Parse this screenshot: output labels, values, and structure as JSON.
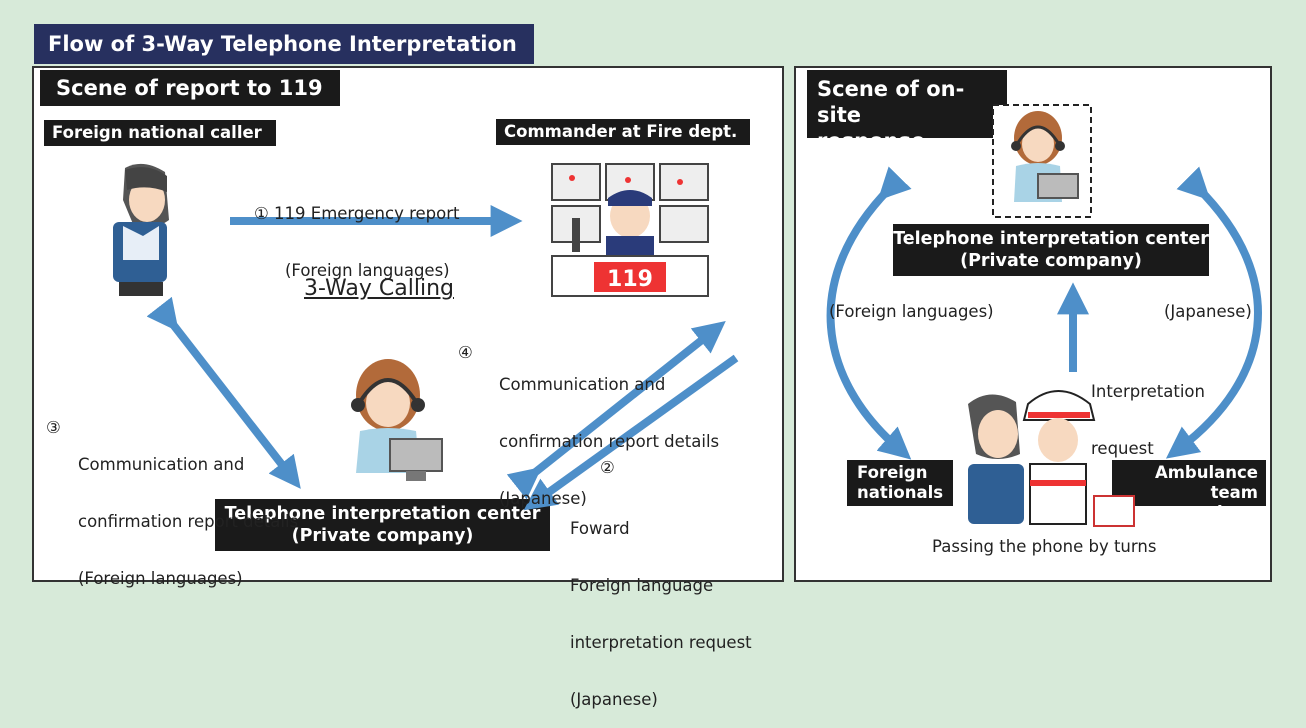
{
  "title": "Flow of 3-Way Telephone Interpretation",
  "left_panel": {
    "heading": "Scene of report to 119",
    "caller_label": "Foreign national caller",
    "commander_label": "Commander at Fire dept.",
    "desk_sign": "119",
    "step1": {
      "num": "①",
      "line1": "119 Emergency report",
      "line2": "(Foreign languages)"
    },
    "three_way": "3-Way Calling",
    "step4": {
      "num": "④",
      "line1": "Communication and",
      "line2": "confirmation report details",
      "line3": "(Japanese)"
    },
    "step3": {
      "num": "③",
      "line1": "Communication and",
      "line2": "confirmation report details",
      "line3": "(Foreign languages)"
    },
    "step2": {
      "num": "②",
      "line1": "Foward",
      "line2": "Foreign language",
      "line3": "interpretation request",
      "line4": "(Japanese)"
    },
    "center_label": {
      "line1": "Telephone interpretation center",
      "line2": "(Private company)"
    }
  },
  "right_panel": {
    "heading": {
      "line1": "Scene of on-site",
      "line2": "response"
    },
    "center_label": {
      "line1": "Telephone interpretation center",
      "line2": "(Private company)"
    },
    "foreign_languages": "(Foreign languages)",
    "japanese": "(Japanese)",
    "interpretation_request": {
      "line1": "Interpretation",
      "line2": "request"
    },
    "foreign_nationals": {
      "line1": "Foreign",
      "line2": "nationals"
    },
    "ambulance": {
      "line1": "Ambulance team",
      "line2": "members"
    },
    "caption": "Passing the phone by turns"
  },
  "colors": {
    "arrow": "#4e8fc9",
    "title_bg": "#27305f",
    "tag_bg": "#1a1a1a",
    "background": "#d7ead9"
  }
}
